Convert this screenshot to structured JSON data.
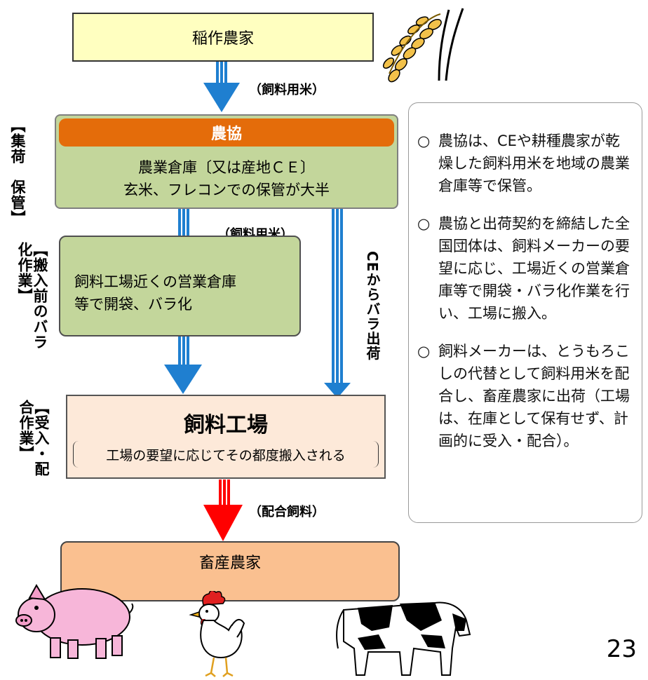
{
  "nodes": {
    "rice_farmer": "稲作農家",
    "ja_header": "農協",
    "ja_line1": "農業倉庫〔又は産地ＣＥ〕",
    "ja_line2": "玄米、フレコンでの保管が大半",
    "warehouse_line1": "飼料工場近くの営業倉庫",
    "warehouse_line2": "等で開袋、バラ化",
    "factory_title": "飼料工場",
    "factory_sub": "工場の要望に応じてその都度搬入される",
    "livestock_farmer": "畜産農家"
  },
  "flow_labels": {
    "top": "（飼料用米）",
    "mid": "（飼料用米）",
    "bottom": "（配合飼料）",
    "ce_direct": "CEからバラ出荷"
  },
  "side_labels": {
    "collect_storage": "【集荷　保管】",
    "bulk_before": "【搬入前のバラ化作業】",
    "receive_mix": "【受入・配合作業】"
  },
  "notes": [
    {
      "bullet": "○",
      "text": "農協は、CEや耕種農家が乾燥した飼料用米を地域の農業倉庫等で保管。"
    },
    {
      "bullet": "○",
      "text": "農協と出荷契約を締結した全国団体は、飼料メーカーの要望に応じ、工場近くの営業倉庫等で開袋・バラ化作業を行い、工場に搬入。"
    },
    {
      "bullet": "○",
      "text": "飼料メーカーは、とうもろこしの代替として飼料用米を配合し、畜産農家に出荷（工場は、在庫として保有せず、計画的に受入・配合）。"
    }
  ],
  "page_number": "23",
  "icons": {
    "rice": "rice-plant-icon",
    "pig": "pig-icon",
    "chicken": "chicken-icon",
    "cow": "cow-icon"
  },
  "colors": {
    "rice_farmer_fill": "#ffffc0",
    "ja_header_fill": "#e46c0a",
    "ja_body_fill": "#c3d69b",
    "warehouse_fill": "#c3d69b",
    "factory_fill": "#fde9d9",
    "livestock_fill": "#fac090",
    "blue_arrow": "#1f7fd0",
    "red_arrow": "#ff0000"
  }
}
